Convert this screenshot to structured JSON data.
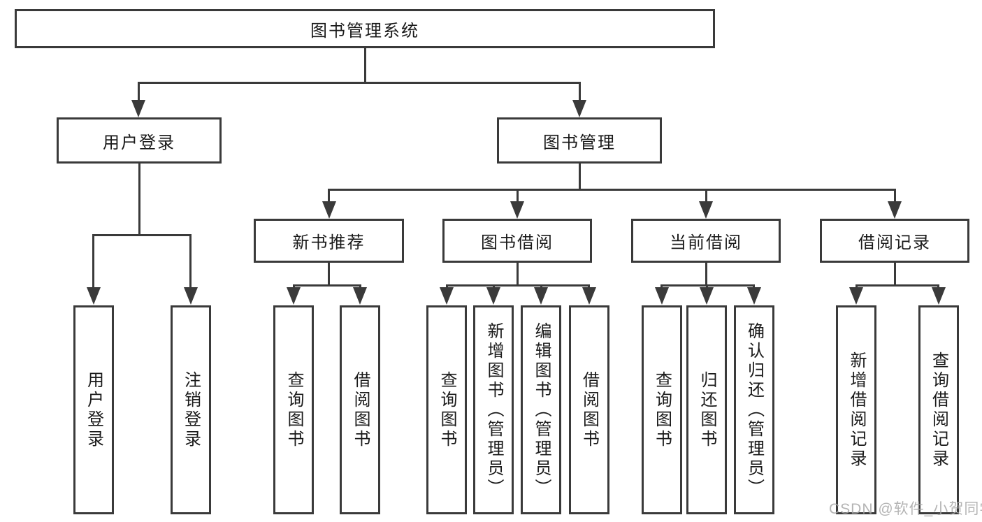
{
  "title": "图书管理系统",
  "branches": [
    {
      "label": "用户登录",
      "children": [
        {
          "label": "用户登录"
        },
        {
          "label": "注销登录"
        }
      ]
    },
    {
      "label": "图书管理",
      "children": [
        {
          "label": "新书推荐",
          "children": [
            {
              "label": "查询图书"
            },
            {
              "label": "借阅图书"
            }
          ]
        },
        {
          "label": "图书借阅",
          "children": [
            {
              "label": "查询图书"
            },
            {
              "label": "新增图书（管理员）"
            },
            {
              "label": "编辑图书（管理员）"
            },
            {
              "label": "借阅图书"
            }
          ]
        },
        {
          "label": "当前借阅",
          "children": [
            {
              "label": "查询图书"
            },
            {
              "label": "归还图书"
            },
            {
              "label": "确认归还（管理员）"
            }
          ]
        },
        {
          "label": "借阅记录",
          "children": [
            {
              "label": "新增借阅记录"
            },
            {
              "label": "查询借阅记录"
            }
          ]
        }
      ]
    }
  ],
  "watermark": "CSDN @软件_小贺同学",
  "colors": {
    "line": "#3a3a3a",
    "text": "#1a1a1a",
    "watermark": "#a8a8a8",
    "background": "#ffffff"
  }
}
